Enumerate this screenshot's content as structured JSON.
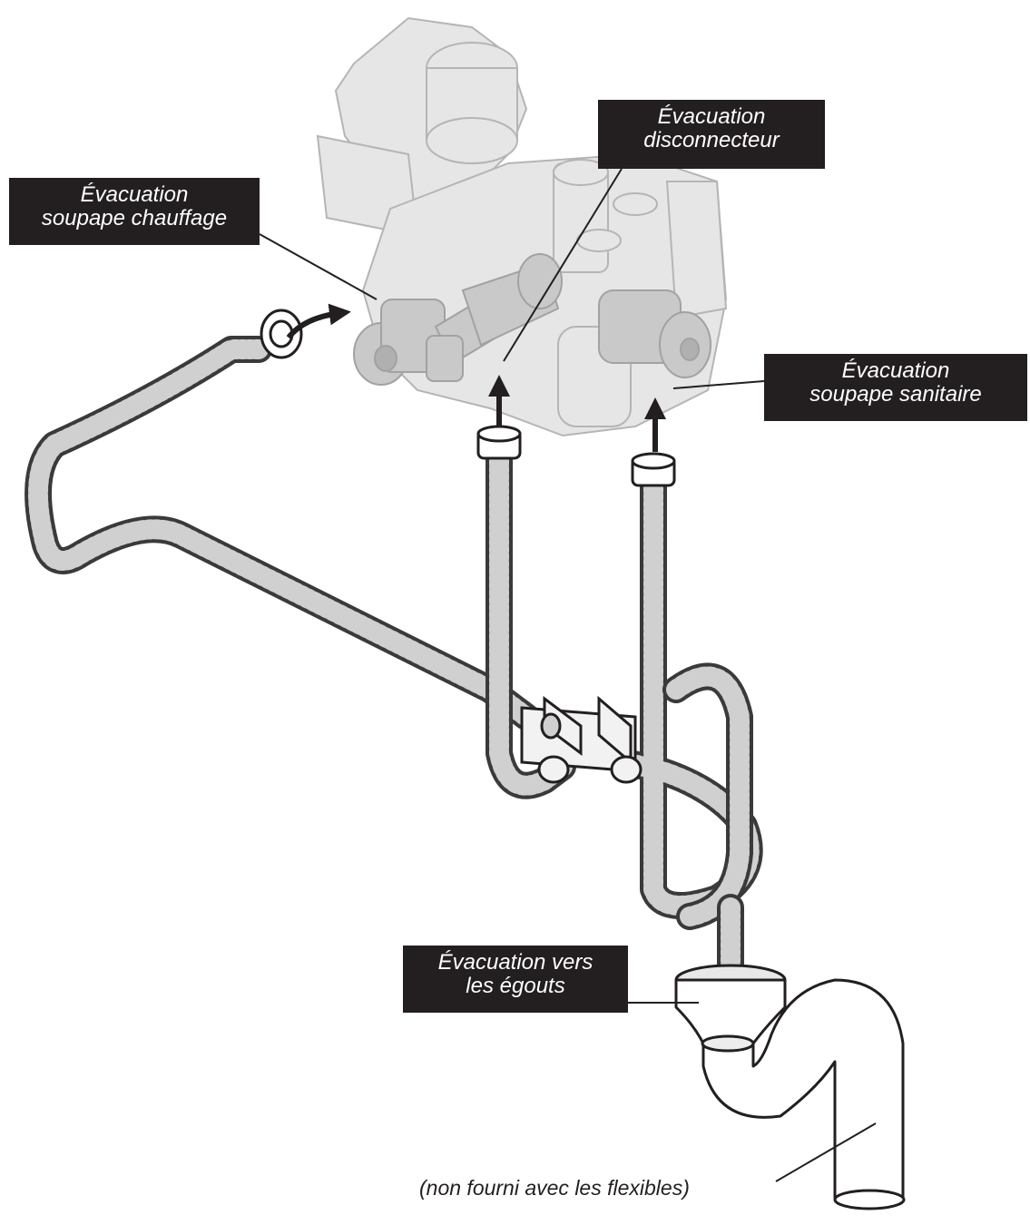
{
  "labels": {
    "chauffage": [
      "Évacuation",
      "soupape chauffage"
    ],
    "disconnecteur": [
      "Évacuation",
      "disconnecteur"
    ],
    "sanitaire": [
      "Évacuation",
      "soupape sanitaire"
    ],
    "egouts": [
      "Évacuation vers",
      "les égouts"
    ]
  },
  "note": "(non fourni avec les flexibles)",
  "colors": {
    "hose": "#3a3a3a",
    "hose_rib": "#d9d9d9",
    "valve_body": "#d8d8d8",
    "label_bg": "#231f20",
    "label_text": "#ffffff",
    "line": "#231f20"
  }
}
